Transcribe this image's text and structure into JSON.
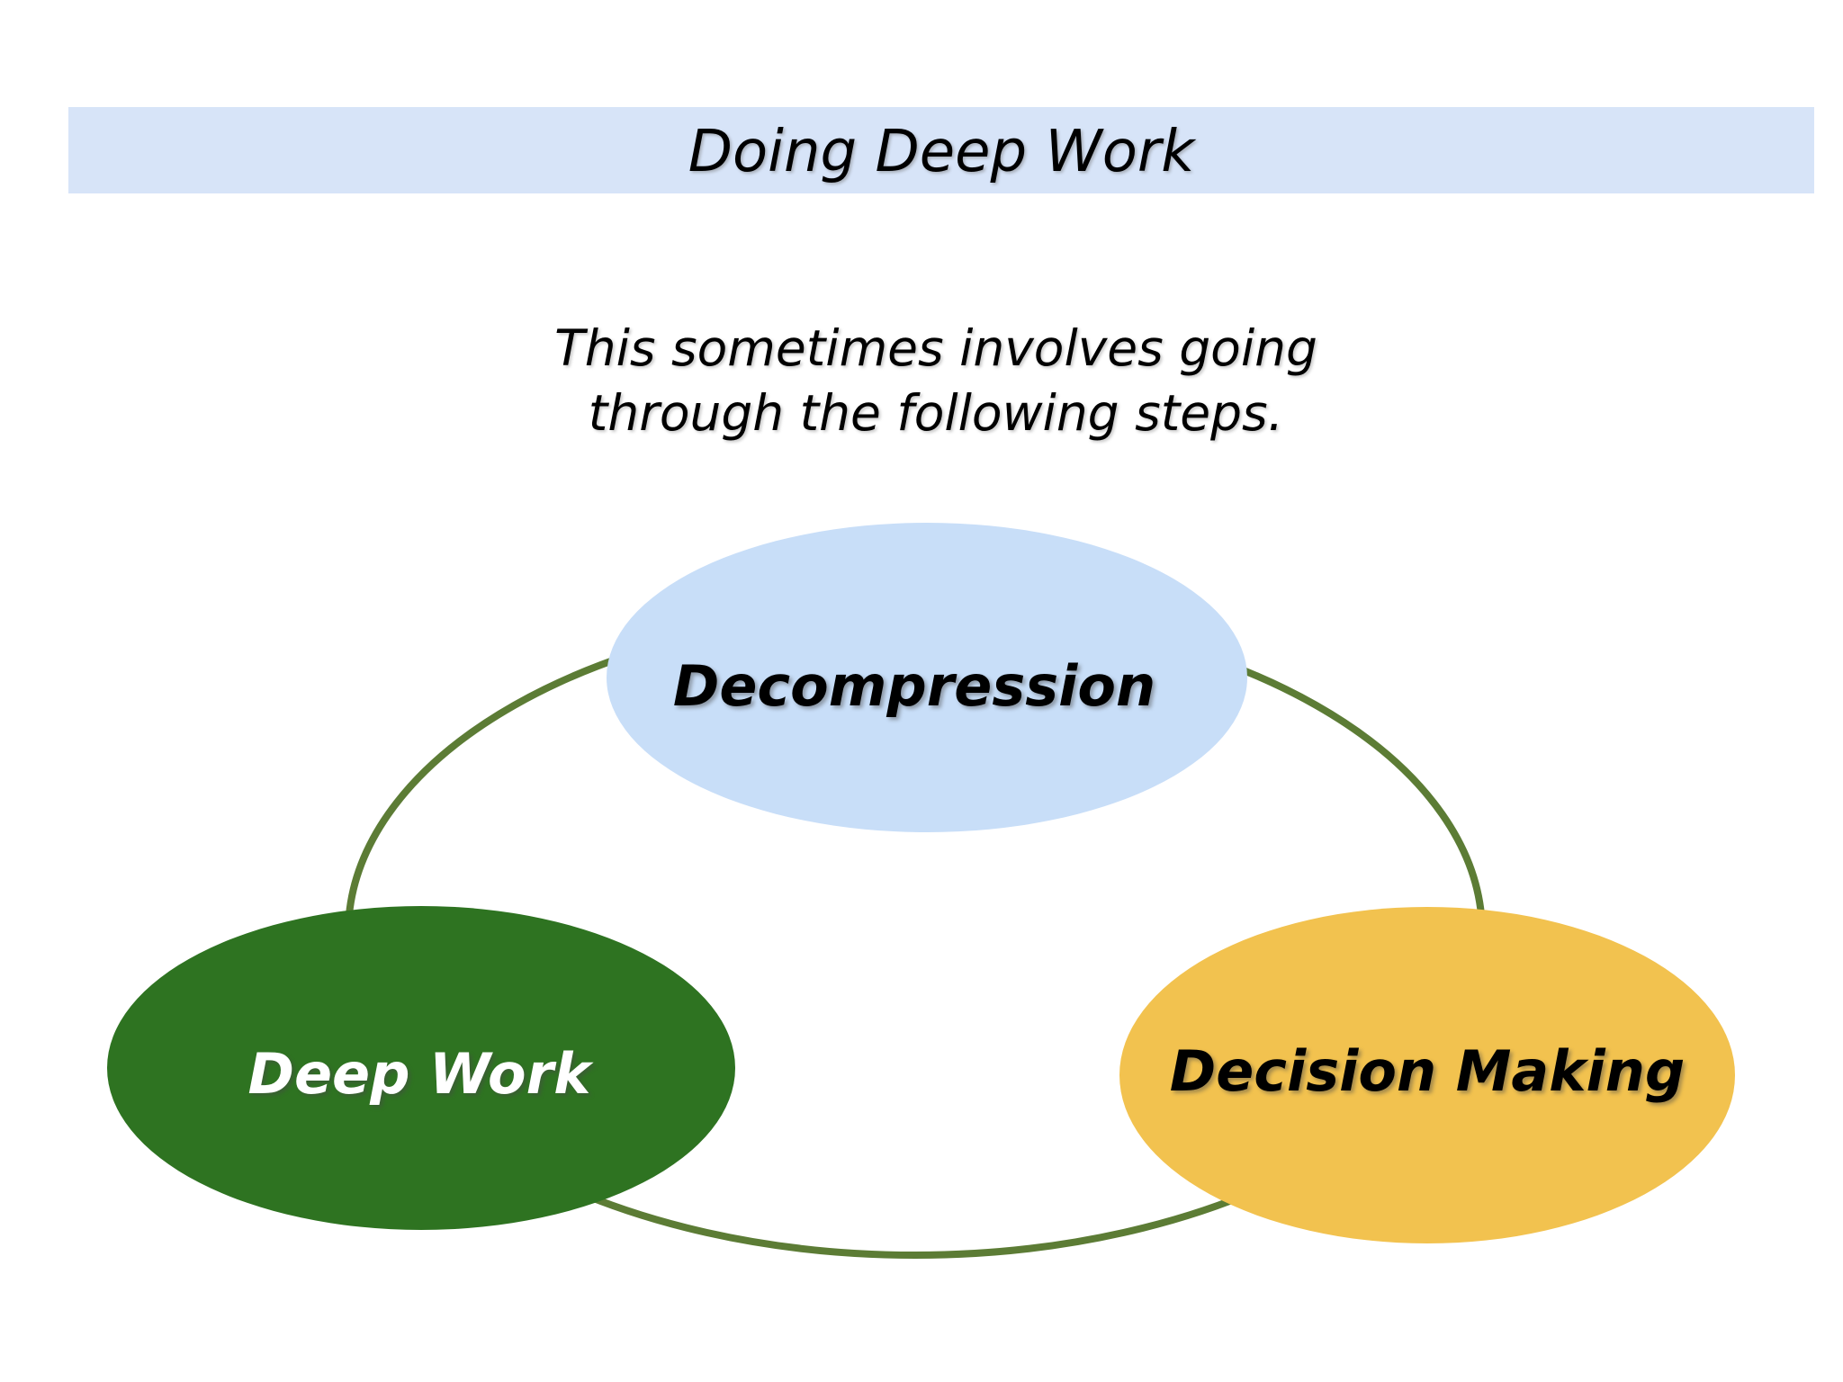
{
  "page": {
    "background_color": "#FFFFFF",
    "title": "Doing Deep Work",
    "title_banner_color": "#D7E4F8",
    "title_text_color": "#000000",
    "subtitle_line1": "This sometimes involves going",
    "subtitle_line2": "through the following steps.",
    "subtitle_text_color": "#000000"
  },
  "diagram": {
    "type": "cycle",
    "ring_color": "#5C7C35",
    "nodes": [
      {
        "label": "Decompression",
        "fill": "#C8DEF8",
        "text_color": "#000000",
        "position": "top"
      },
      {
        "label": "Deep Work",
        "fill": "#2E7321",
        "text_color": "#FFFFFF",
        "position": "bottom-left"
      },
      {
        "label": "Decision Making",
        "fill": "#F2C24F",
        "text_color": "#000000",
        "position": "bottom-right"
      }
    ]
  }
}
